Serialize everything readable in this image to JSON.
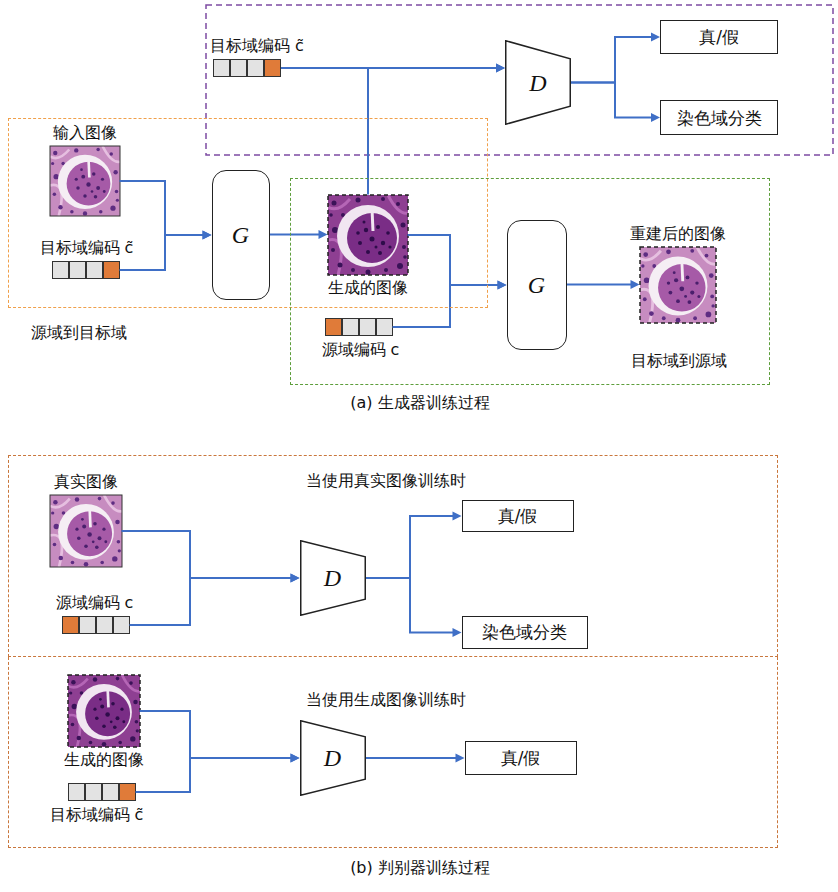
{
  "diagram": {
    "nodes": [
      {
        "text": [
          "目标域编码 c̃"
        ]
      },
      {
        "text": [
          "D"
        ]
      },
      {
        "text": [
          "真/假"
        ]
      },
      {
        "text": [
          "染色域分类"
        ]
      },
      {
        "text": [
          "源域到目标域"
        ]
      },
      {
        "text": [
          "输入图像"
        ],
        "in": 4
      },
      {
        "text": [
          "目标域编码 c̃"
        ],
        "in": 4
      },
      {
        "text": [
          "G"
        ],
        "in": 4
      },
      {
        "text": [
          "目标域到源域"
        ]
      },
      {
        "text": [
          "生成的图像"
        ],
        "in": 8
      },
      {
        "text": [
          "源域编码 c"
        ],
        "in": 8
      },
      {
        "text": [
          "G"
        ],
        "in": 8
      },
      {
        "text": [
          "重建后的图像"
        ],
        "in": 8
      },
      {
        "text": [
          "当使用真实图像训练时"
        ]
      },
      {
        "text": [
          "真实图像"
        ],
        "in": 13
      },
      {
        "text": [
          "源域编码 c"
        ],
        "in": 13
      },
      {
        "text": [
          "D"
        ],
        "in": 13
      },
      {
        "text": [
          "真/假"
        ],
        "in": 13
      },
      {
        "text": [
          "染色域分类"
        ],
        "in": 13
      },
      {
        "text": [
          "当使用生成图像训练时"
        ]
      },
      {
        "text": [
          "生成的图像"
        ],
        "in": 19
      },
      {
        "text": [
          "目标域编码 c̃"
        ],
        "in": 19
      },
      {
        "text": [
          "D"
        ],
        "in": 19
      },
      {
        "text": [
          "真/假"
        ],
        "in": 19
      }
    ],
    "edges": [
      {
        "from": 0,
        "to": 1,
        "arrow": "to"
      },
      {
        "from": 9,
        "to": 1,
        "arrow": "to"
      },
      {
        "from": 1,
        "to": 2,
        "arrow": "to"
      },
      {
        "from": 1,
        "to": 3,
        "arrow": "to"
      },
      {
        "from": 5,
        "to": 7,
        "arrow": "to"
      },
      {
        "from": 6,
        "to": 7,
        "arrow": "to"
      },
      {
        "from": 7,
        "to": 9,
        "arrow": "to"
      },
      {
        "from": 9,
        "to": 11,
        "arrow": "to"
      },
      {
        "from": 10,
        "to": 11,
        "arrow": "to"
      },
      {
        "from": 11,
        "to": 12,
        "arrow": "to"
      },
      {
        "from": 14,
        "to": 16,
        "arrow": "to"
      },
      {
        "from": 15,
        "to": 16,
        "arrow": "to"
      },
      {
        "from": 16,
        "to": 17,
        "arrow": "to"
      },
      {
        "from": 16,
        "to": 18,
        "arrow": "to"
      },
      {
        "from": 20,
        "to": 22,
        "arrow": "to"
      },
      {
        "from": 21,
        "to": 22,
        "arrow": "to"
      },
      {
        "from": 22,
        "to": 23,
        "arrow": "to"
      }
    ],
    "labels": [
      "(a) 生成器训练过程",
      "(b) 判别器训练过程"
    ]
  }
}
